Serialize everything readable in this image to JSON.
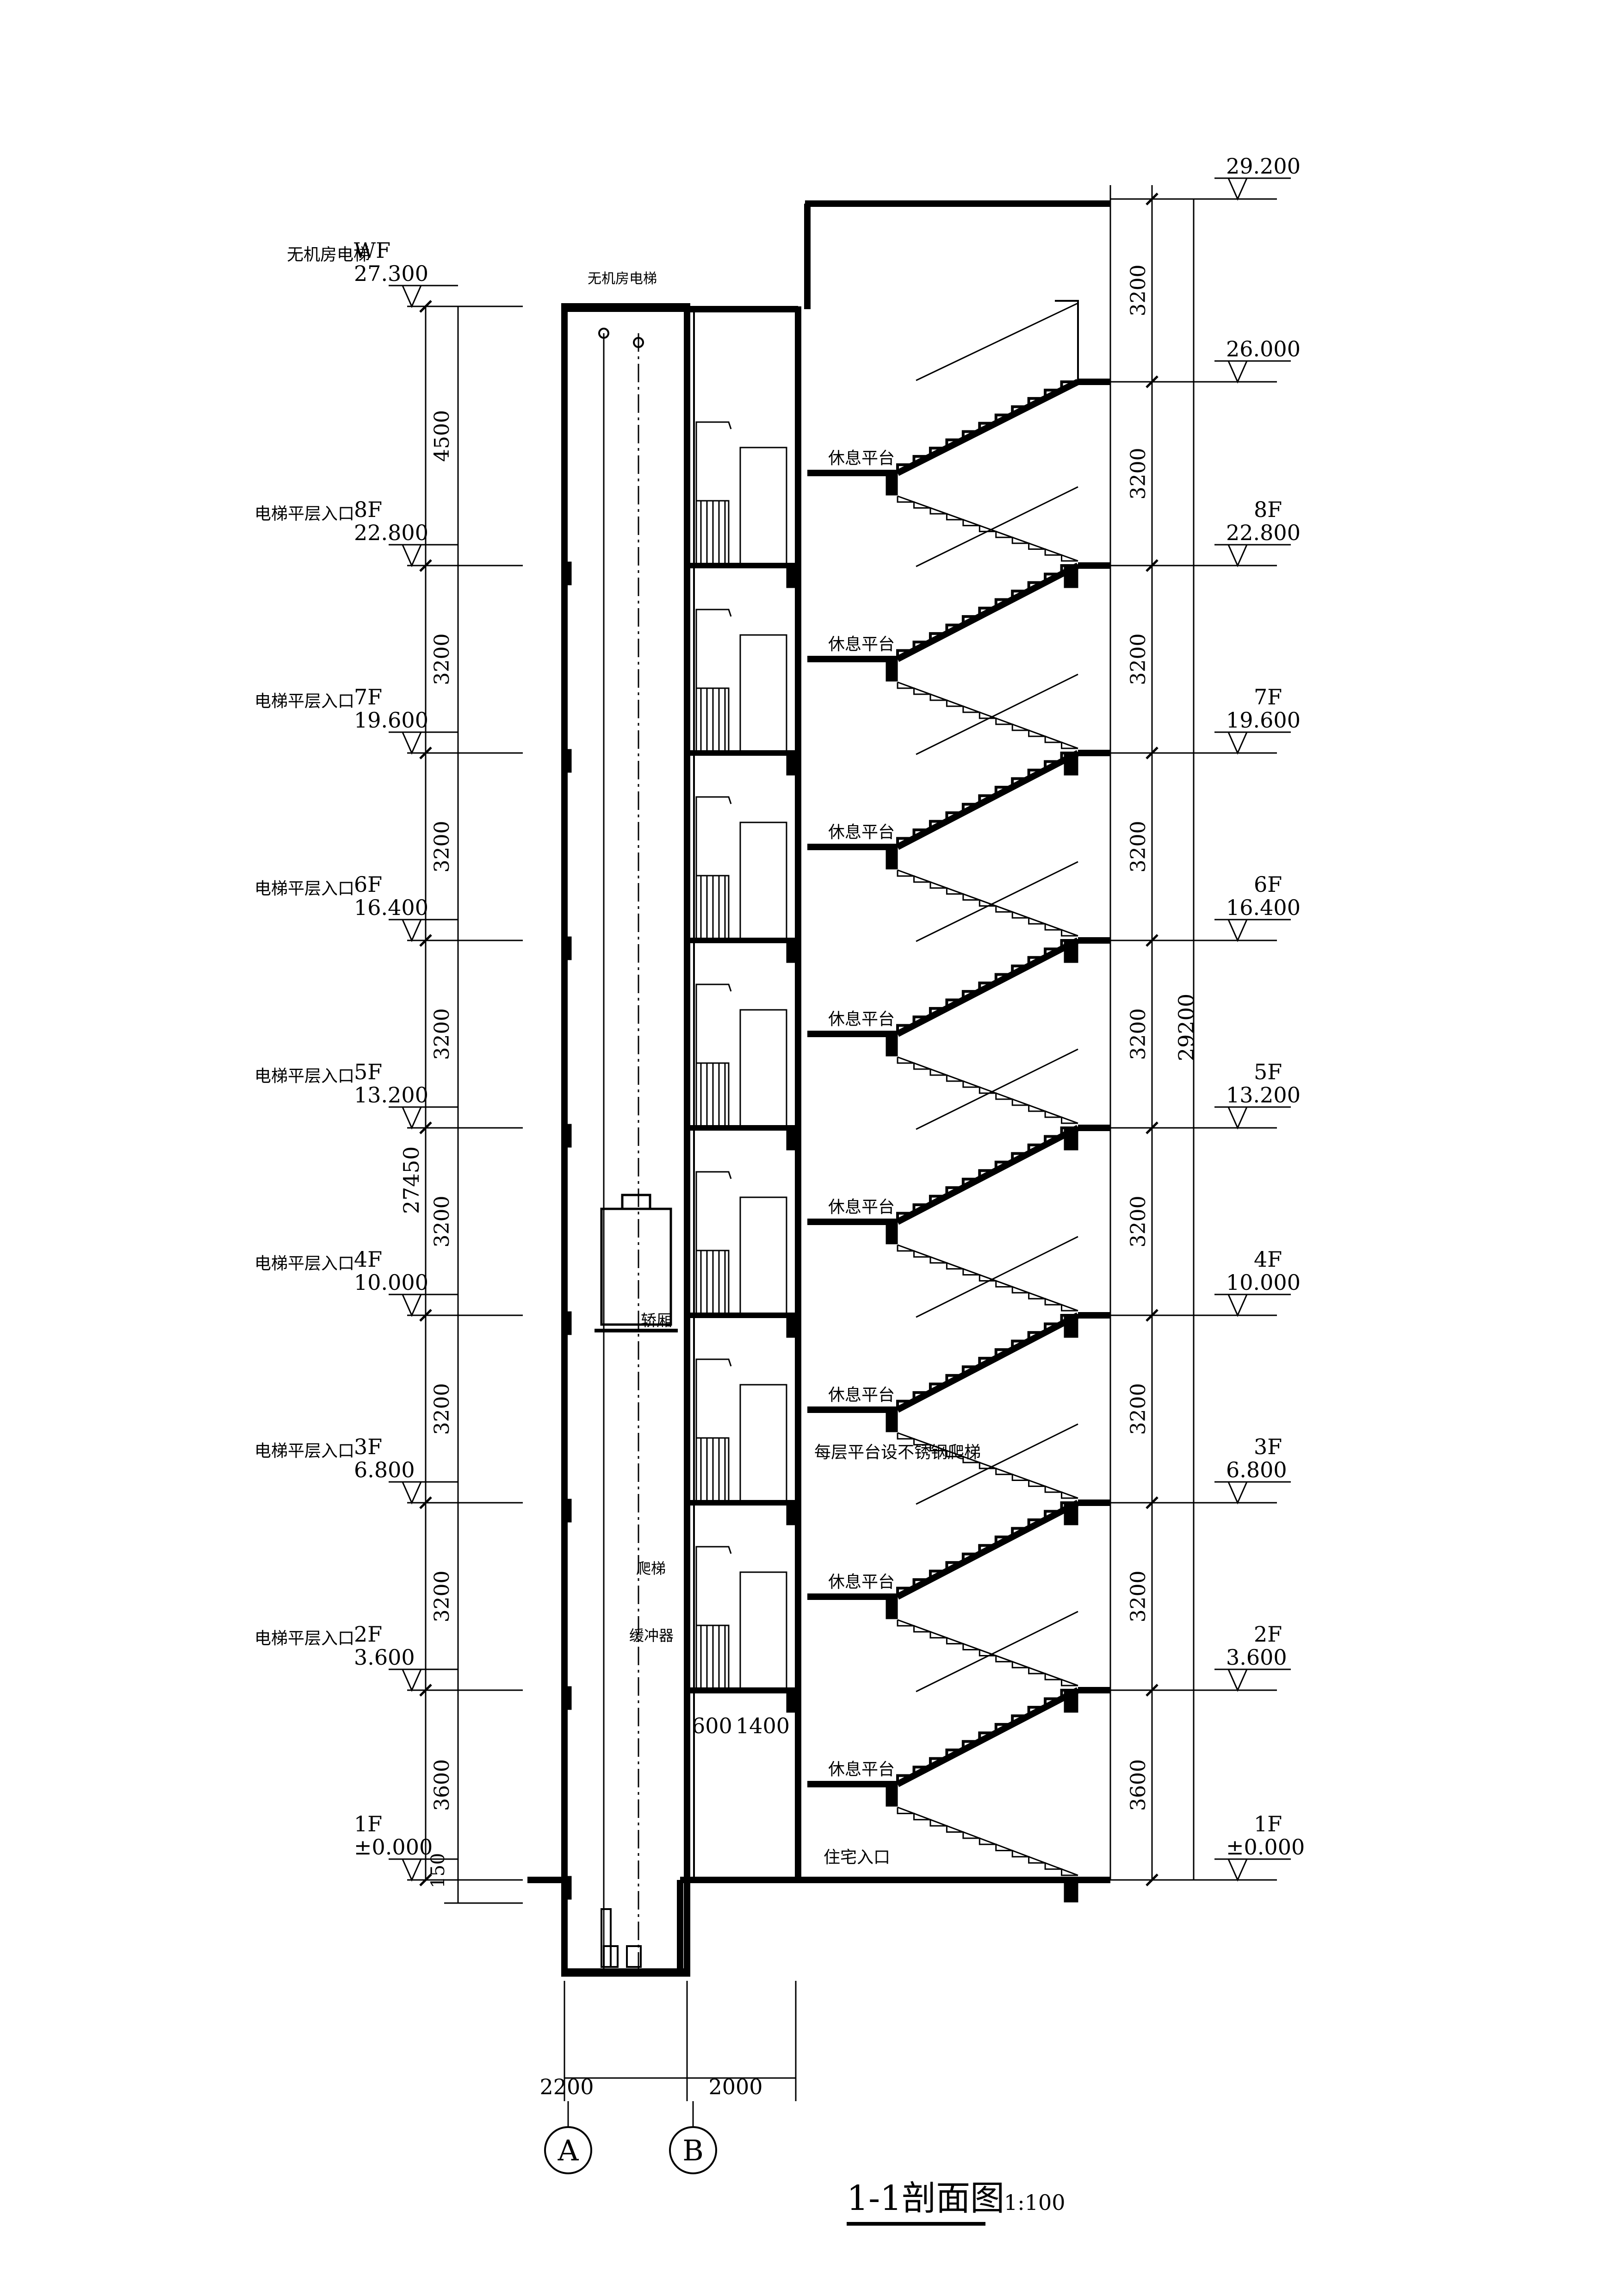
{
  "title": "1-1剖面图",
  "scale": "1:100",
  "top_label": "无机房电梯",
  "machine_label": "无机房电梯",
  "car_label": "轿厢",
  "buffer_label": "缓冲器",
  "ladder_label": "爬梯",
  "ladder_note": "每层平台设不锈钢爬梯",
  "entry_label": "住宅入口",
  "landing_label": "休息平台",
  "axis_a": "A",
  "axis_b": "B",
  "dim_width_a": "2200",
  "dim_width_b": "2000",
  "dim_600": "600",
  "dim_1400": "1400",
  "dim_150": "150",
  "dim_total_left": "27450",
  "dim_total_right": "29200",
  "left_levels": [
    {
      "floor": "WF",
      "elev": "27.300",
      "note": "无机房电梯"
    },
    {
      "floor": "8F",
      "elev": "22.800",
      "note": "电梯平层入口"
    },
    {
      "floor": "7F",
      "elev": "19.600",
      "note": "电梯平层入口"
    },
    {
      "floor": "6F",
      "elev": "16.400",
      "note": "电梯平层入口"
    },
    {
      "floor": "5F",
      "elev": "13.200",
      "note": "电梯平层入口"
    },
    {
      "floor": "4F",
      "elev": "10.000",
      "note": "电梯平层入口"
    },
    {
      "floor": "3F",
      "elev": "6.800",
      "note": "电梯平层入口"
    },
    {
      "floor": "2F",
      "elev": "3.600",
      "note": "电梯平层入口"
    },
    {
      "floor": "1F",
      "elev": "±0.000",
      "note": ""
    }
  ],
  "right_levels": [
    {
      "floor": "",
      "elev": "29.200"
    },
    {
      "floor": "",
      "elev": "26.000"
    },
    {
      "floor": "8F",
      "elev": "22.800"
    },
    {
      "floor": "7F",
      "elev": "19.600"
    },
    {
      "floor": "6F",
      "elev": "16.400"
    },
    {
      "floor": "5F",
      "elev": "13.200"
    },
    {
      "floor": "4F",
      "elev": "10.000"
    },
    {
      "floor": "3F",
      "elev": "6.800"
    },
    {
      "floor": "2F",
      "elev": "3.600"
    },
    {
      "floor": "1F",
      "elev": "±0.000"
    }
  ],
  "left_dims": [
    "4500",
    "3200",
    "3200",
    "3200",
    "3200",
    "3200",
    "3200",
    "3600"
  ],
  "right_dims": [
    "3200",
    "3200",
    "3200",
    "3200",
    "3200",
    "3200",
    "3200",
    "3200",
    "3600"
  ]
}
